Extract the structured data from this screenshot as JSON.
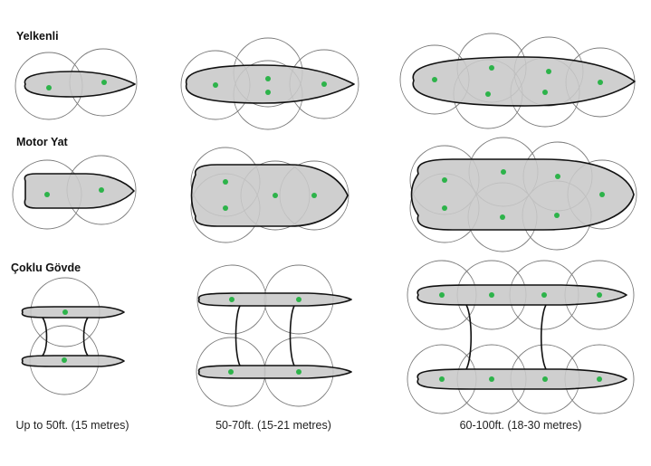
{
  "rows": [
    {
      "label": "Yelkenli"
    },
    {
      "label": "Motor Yat"
    },
    {
      "label": "Çoklu Gövde"
    }
  ],
  "columns": [
    {
      "label": "Up to 50ft. (15 metres)"
    },
    {
      "label": "50-70ft. (15-21 metres)"
    },
    {
      "label": "60-100ft. (18-30 metres)"
    }
  ],
  "colors": {
    "hull_fill": "#c8c8c8",
    "hull_stroke": "#111111",
    "circle_stroke": "#7a7a7a",
    "dot": "#2db34a",
    "text": "#111111"
  }
}
